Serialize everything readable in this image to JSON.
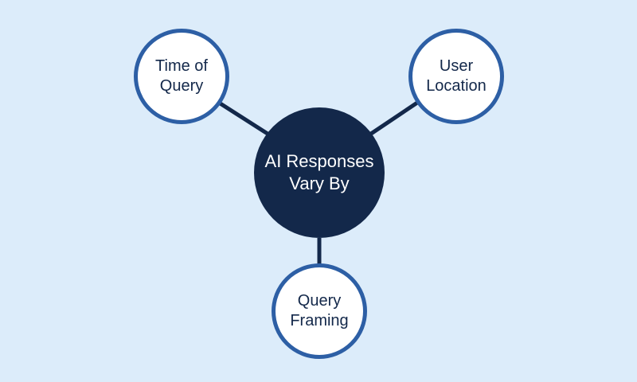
{
  "diagram": {
    "center": {
      "lines": [
        "AI Responses",
        "Vary By"
      ]
    },
    "nodes": [
      {
        "id": "time",
        "lines": [
          "Time of",
          "Query"
        ]
      },
      {
        "id": "location",
        "lines": [
          "User",
          "Location"
        ]
      },
      {
        "id": "framing",
        "lines": [
          "Query",
          "Framing"
        ]
      }
    ],
    "colors": {
      "background": "#dcecfa",
      "center_fill": "#13284a",
      "node_border": "#2d5fa5",
      "connector": "#13284a",
      "node_text": "#13284a"
    }
  }
}
